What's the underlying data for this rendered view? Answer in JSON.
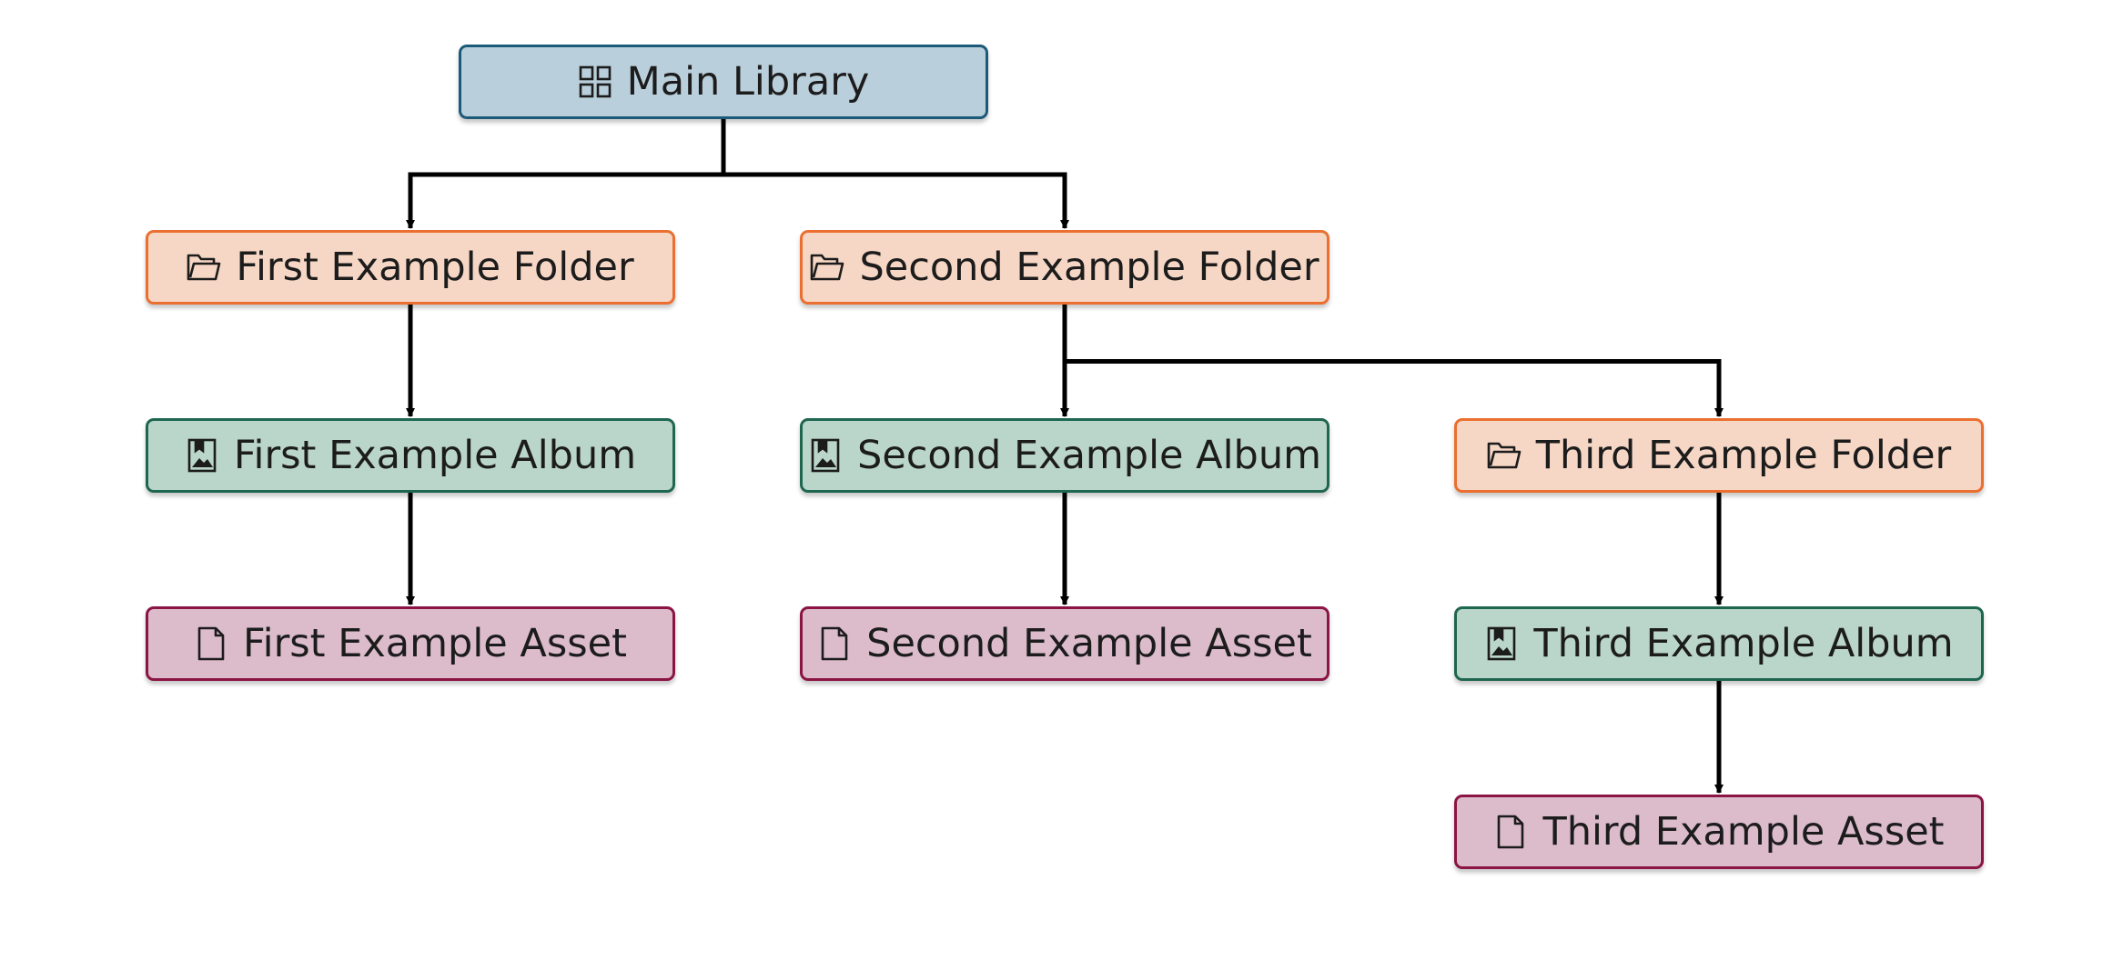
{
  "nodes": {
    "main_library": {
      "label": "Main Library",
      "icon": "library-grid-icon"
    },
    "first_folder": {
      "label": "First Example Folder",
      "icon": "folder-icon"
    },
    "second_folder": {
      "label": "Second Example Folder",
      "icon": "folder-icon"
    },
    "third_folder": {
      "label": "Third Example Folder",
      "icon": "folder-icon"
    },
    "first_album": {
      "label": "First Example Album",
      "icon": "album-icon"
    },
    "second_album": {
      "label": "Second Example Album",
      "icon": "album-icon"
    },
    "third_album": {
      "label": "Third Example Album",
      "icon": "album-icon"
    },
    "first_asset": {
      "label": "First Example Asset",
      "icon": "document-icon"
    },
    "second_asset": {
      "label": "Second Example Asset",
      "icon": "document-icon"
    },
    "third_asset": {
      "label": "Third Example Asset",
      "icon": "document-icon"
    }
  },
  "edges": [
    {
      "from": "main_library",
      "to": "first_folder"
    },
    {
      "from": "main_library",
      "to": "second_folder"
    },
    {
      "from": "first_folder",
      "to": "first_album"
    },
    {
      "from": "first_album",
      "to": "first_asset"
    },
    {
      "from": "second_folder",
      "to": "second_album"
    },
    {
      "from": "second_folder",
      "to": "third_folder"
    },
    {
      "from": "second_album",
      "to": "second_asset"
    },
    {
      "from": "third_folder",
      "to": "third_album"
    },
    {
      "from": "third_album",
      "to": "third_asset"
    }
  ],
  "colors": {
    "library_fill": "#b9cfdb",
    "library_border": "#1b5a78",
    "folder_fill": "#f6d6c4",
    "folder_border": "#ea6f30",
    "album_fill": "#bad5c9",
    "album_border": "#1f6650",
    "asset_fill": "#dcbccb",
    "asset_border": "#8b1444",
    "connector": "#000000"
  }
}
